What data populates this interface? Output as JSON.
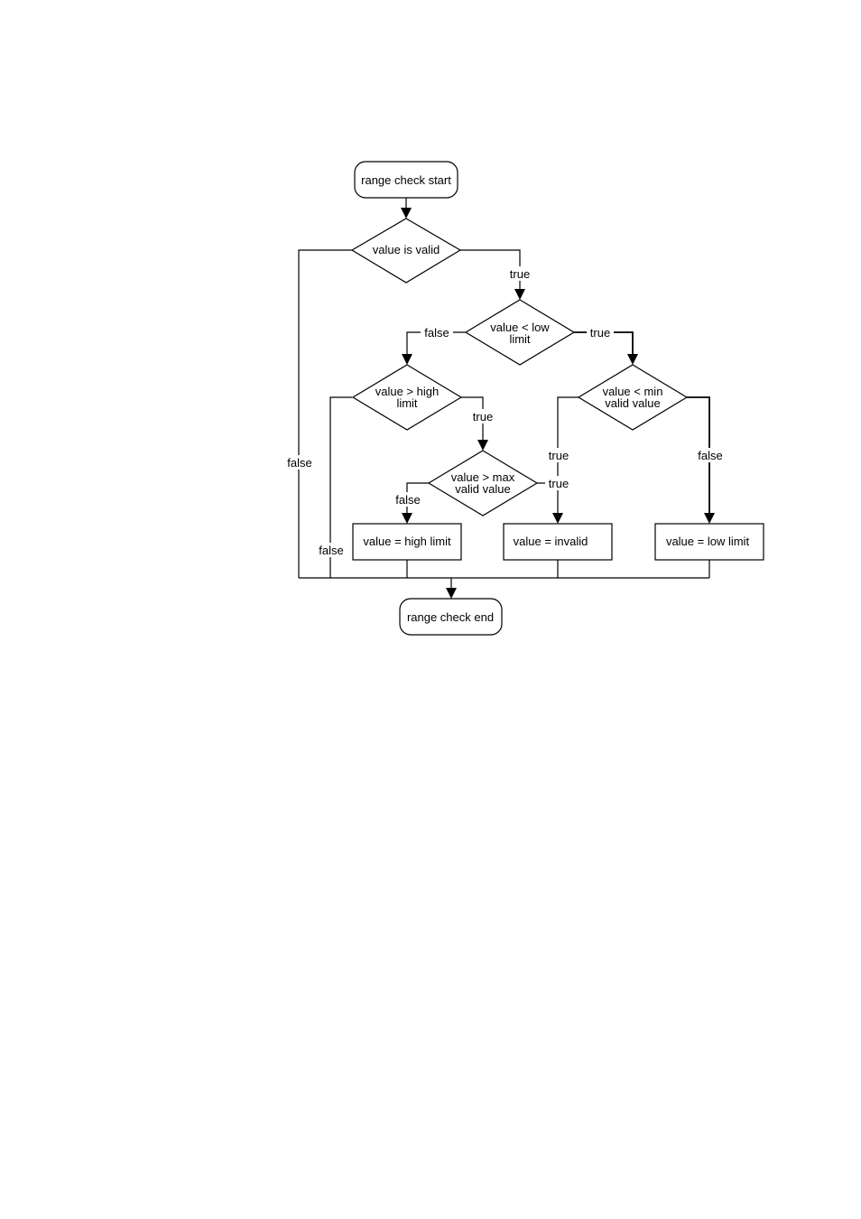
{
  "nodes": {
    "start": "range check start",
    "value_is_valid": "value is valid",
    "value_lt_low_1": "value < low",
    "value_lt_low_2": "limit",
    "value_gt_high_1": "value > high",
    "value_gt_high_2": "limit",
    "value_lt_min_1": "value < min",
    "value_lt_min_2": "valid value",
    "value_gt_max_1": "value > max",
    "value_gt_max_2": "valid value",
    "set_high": "value = high limit",
    "set_invalid": "value = invalid",
    "set_low": "value = low limit",
    "end": "range check end"
  },
  "edges": {
    "valid_true": "true",
    "valid_false": "false",
    "low_false": "false",
    "low_true": "true",
    "high_true": "true",
    "high_false": "false",
    "max_false": "false",
    "max_true": "true",
    "min_true": "true",
    "min_false": "false"
  }
}
